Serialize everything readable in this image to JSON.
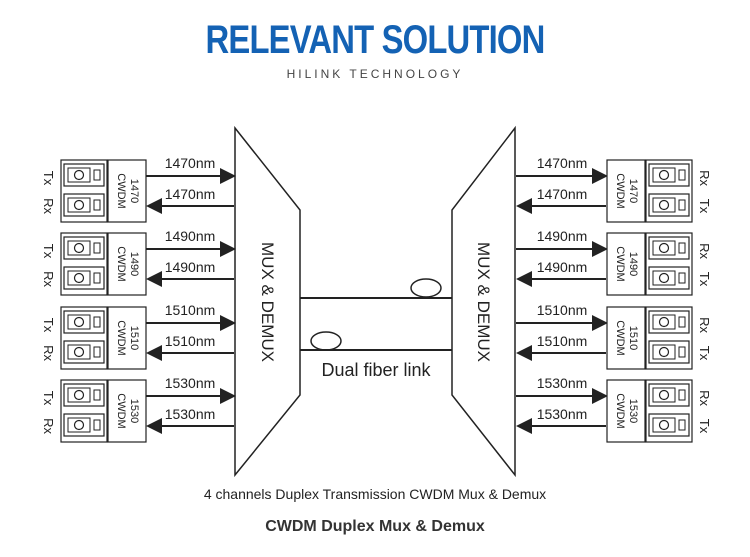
{
  "header": {
    "title": "RELEVANT SOLUTION",
    "subtitle": "HILINK TECHNOLOGY"
  },
  "colors": {
    "title": "#1462b4",
    "line": "#222222"
  },
  "diagram": {
    "mux_label": "MUX & DEMUX",
    "link_label": "Dual fiber link",
    "cwdm_label": "CWDM",
    "tx_label": "Tx",
    "rx_label": "Rx",
    "channels": [
      {
        "wavelength": "1470",
        "unit_label": "1470nm"
      },
      {
        "wavelength": "1490",
        "unit_label": "1490nm"
      },
      {
        "wavelength": "1510",
        "unit_label": "1510nm"
      },
      {
        "wavelength": "1530",
        "unit_label": "1530nm"
      }
    ]
  },
  "captions": {
    "line1": "4 channels Duplex Transmission CWDM Mux & Demux",
    "line2": "CWDM Duplex Mux & Demux"
  }
}
